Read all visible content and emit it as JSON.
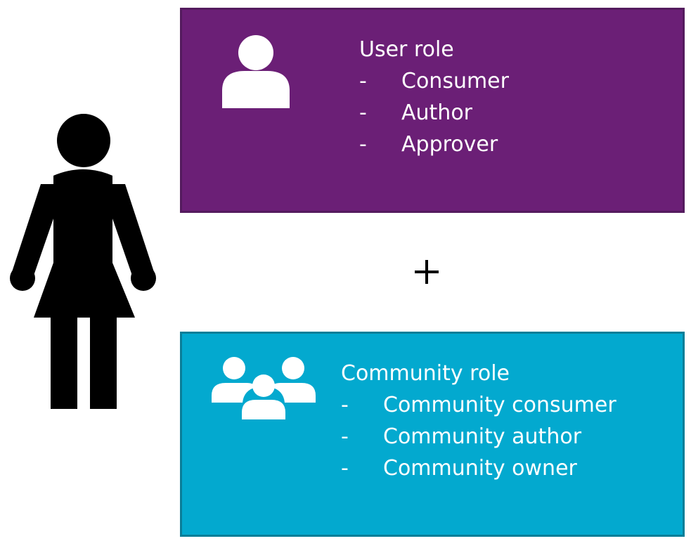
{
  "colors": {
    "figure": "#000000",
    "user_fill": "#6b1f76",
    "user_border": "#541b5e",
    "community_fill": "#03a9cf",
    "community_border": "#0a7e98",
    "text": "#ffffff"
  },
  "icons": {
    "figure": "woman-figure-icon",
    "user": "user-icon",
    "community": "group-icon",
    "connector": "plus-icon"
  },
  "user_role": {
    "title": "User role",
    "items": [
      {
        "marker": "-",
        "label": "Consumer"
      },
      {
        "marker": "-",
        "label": "Author"
      },
      {
        "marker": "-",
        "label": "Approver"
      }
    ]
  },
  "community_role": {
    "title": "Community role",
    "items": [
      {
        "marker": "-",
        "label": "Community consumer"
      },
      {
        "marker": "-",
        "label": "Community author"
      },
      {
        "marker": "-",
        "label": "Community owner"
      }
    ]
  }
}
